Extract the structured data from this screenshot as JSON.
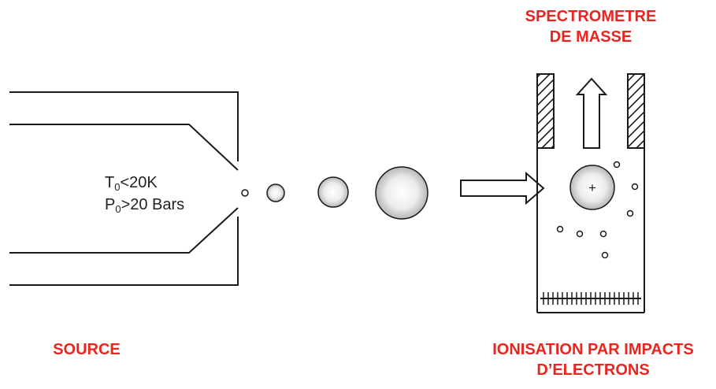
{
  "labels": {
    "spectrometer_line1": "SPECTROMETRE",
    "spectrometer_line2": "DE MASSE",
    "source": "SOURCE",
    "ionisation_line1": "IONISATION PAR IMPACTS",
    "ionisation_line2": "D’ELECTRONS"
  },
  "conditions": {
    "temperature": {
      "symbol": "T",
      "subscript": "0",
      "relation": "<20K"
    },
    "pressure": {
      "symbol": "P",
      "subscript": "0",
      "relation": ">20 Bars"
    }
  },
  "ion_symbol": "+",
  "colors": {
    "label_red": "#e8251f",
    "line": "#1a1a1a"
  }
}
